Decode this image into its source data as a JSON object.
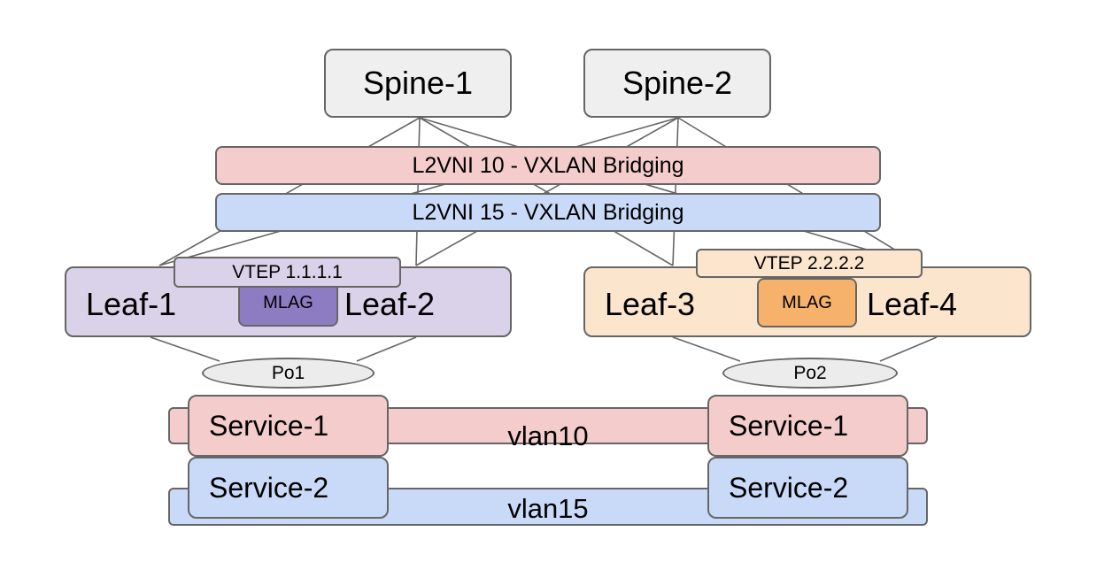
{
  "spines": [
    "Spine-1",
    "Spine-2"
  ],
  "bands": {
    "l2vni_10": "L2VNI 10 - VXLAN Bridging",
    "l2vni_15": "L2VNI 15 - VXLAN Bridging"
  },
  "pair_left": {
    "vtep": "VTEP 1.1.1.1",
    "leaf_a": "Leaf-1",
    "leaf_b": "Leaf-2",
    "mlag": "MLAG",
    "port_channel": "Po1"
  },
  "pair_right": {
    "vtep": "VTEP 2.2.2.2",
    "leaf_a": "Leaf-3",
    "leaf_b": "Leaf-4",
    "mlag": "MLAG",
    "port_channel": "Po2"
  },
  "vlans": {
    "vlan10": "vlan10",
    "vlan15": "vlan15"
  },
  "services": {
    "left_1": "Service-1",
    "left_2": "Service-2",
    "right_1": "Service-1",
    "right_2": "Service-2"
  },
  "colors": {
    "spine": "#efefef",
    "vni10_red": "#f4cccc",
    "vni15_blue": "#c9daf8",
    "mlag_pair_left": "#d9d2e9",
    "mlag_left": "#8e7cc3",
    "mlag_pair_right": "#fce5cd",
    "mlag_right": "#f6b26b",
    "port_channel": "#ececec"
  }
}
